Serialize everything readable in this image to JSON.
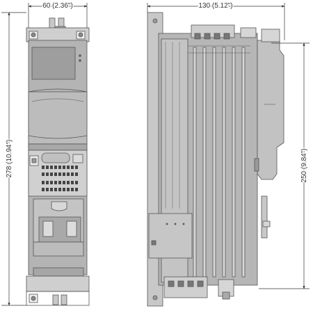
{
  "dimensions": {
    "front_width": "60 (2.36\")",
    "side_width": "130 (5.12\")",
    "front_height": "278 (10.94\")",
    "side_height": "250 (9.84\")"
  },
  "colors": {
    "body": "#b4b4b4",
    "body_light": "#c6c6c6",
    "body_dark": "#9a9a9a",
    "outline": "#555555",
    "dim_line": "#333333"
  }
}
